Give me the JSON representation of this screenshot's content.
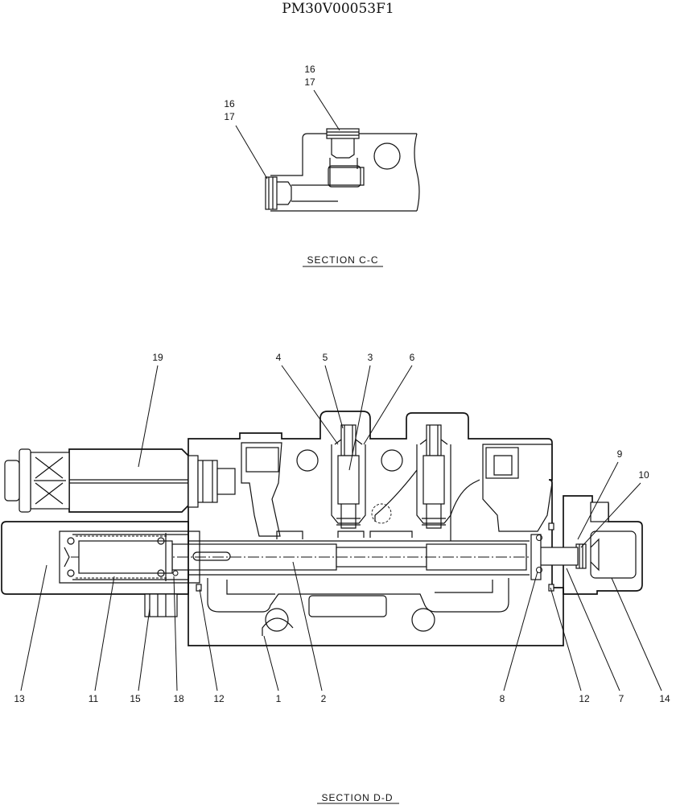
{
  "drawing_id": "PM30V00053F1",
  "section_cc": {
    "title": "SECTION  C-C",
    "callouts": [
      {
        "top": "16",
        "bottom": "17"
      },
      {
        "top": "16",
        "bottom": "17"
      }
    ]
  },
  "section_dd": {
    "title": "SECTION  D-D",
    "top_callouts": [
      "19",
      "4",
      "5",
      "3",
      "6",
      "9",
      "10"
    ],
    "bottom_callouts": [
      "13",
      "11",
      "15",
      "18",
      "12",
      "1",
      "2",
      "8",
      "12",
      "7",
      "14"
    ]
  }
}
